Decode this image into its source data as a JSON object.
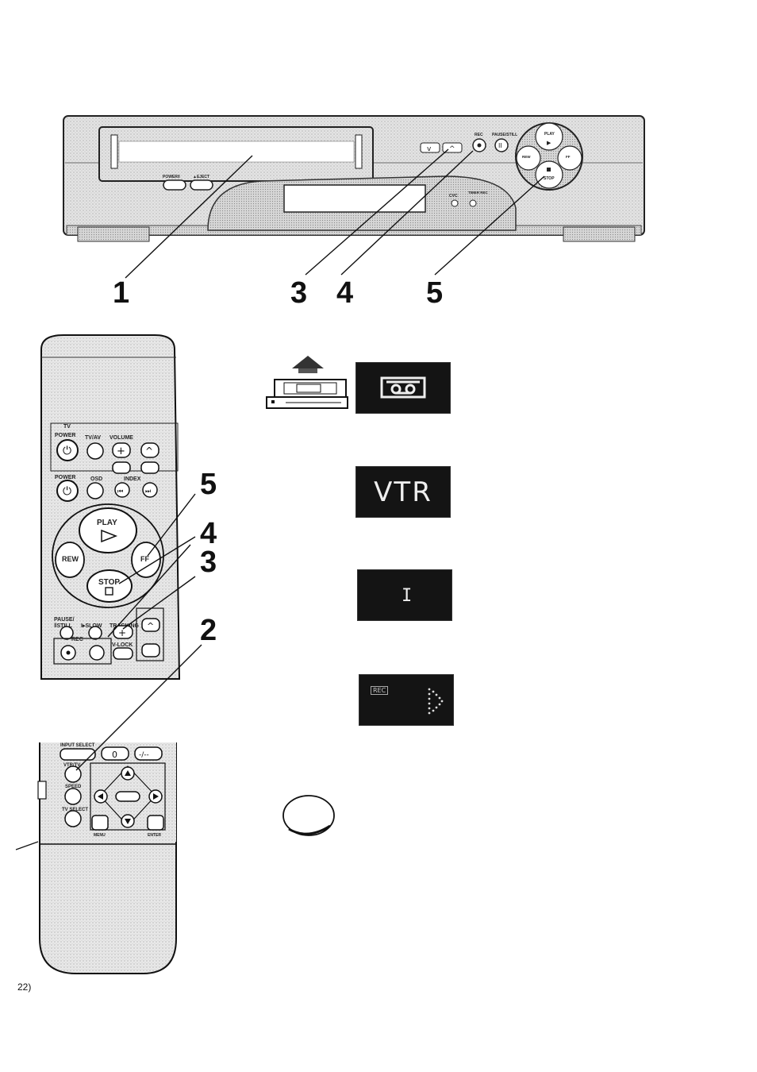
{
  "vcr": {
    "buttons": {
      "power_label": "POWER/I",
      "eject_label": "▲EJECT",
      "rec_label": "REC",
      "pause_label": "PAUSE/STILL",
      "play_label": "PLAY",
      "rew_label": "REW",
      "ff_label": "FF",
      "stop_label": "STOP",
      "cvc_label": "CVC",
      "timer_label": "TIMER REC"
    }
  },
  "callouts_top": [
    "1",
    "3",
    "4",
    "5"
  ],
  "callouts_remote": [
    "5",
    "4",
    "3",
    "2"
  ],
  "remote": {
    "tv_label": "TV",
    "power_label": "POWER",
    "tvav_label": "TV/AV",
    "volume_label": "VOLUME",
    "vcr_power_label": "POWER",
    "osd_label": "OSD",
    "index_label": "INDEX",
    "play_label": "PLAY",
    "rew_label": "REW",
    "ff_label": "FF",
    "stop_label": "STOP",
    "pause_label": "PAUSE/",
    "still_label": "‖STILL",
    "slow_label": "I▸SLOW",
    "tracking_label": "TRACKING",
    "rec_label": "REC",
    "vlock_label": "V-LOCK",
    "input_select_label": "INPUT SELECT",
    "zero_label": "0",
    "dash_label": "-/--",
    "vtr_tv_label": "VTR/TV",
    "speed_label": "SPEED",
    "tv_select_label": "TV SELECT",
    "menu_label": "MENU",
    "enter_label": "ENTER"
  },
  "osd": {
    "vtr_text": "VTR",
    "channel_text": "I",
    "rec_text": "REC"
  },
  "page_number": "22)"
}
